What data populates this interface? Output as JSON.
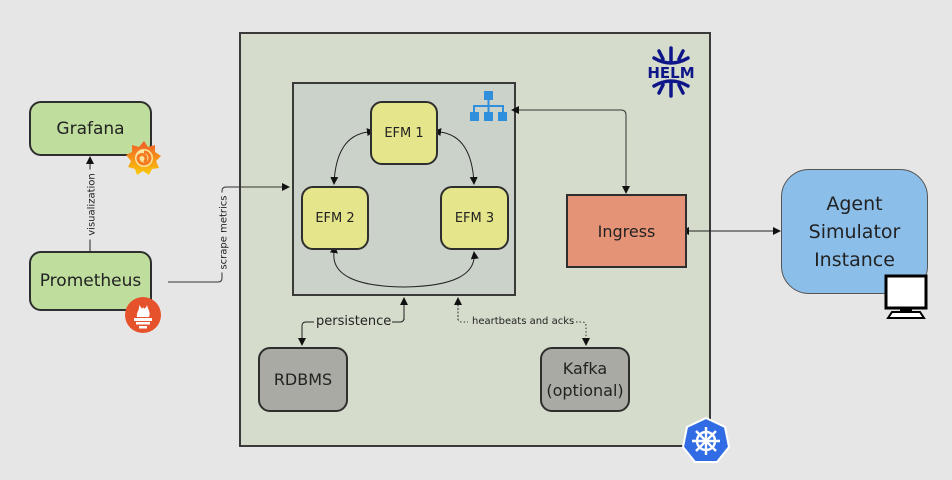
{
  "nodes": {
    "grafana": {
      "label": "Grafana",
      "icon": "grafana-logo-icon"
    },
    "prometheus": {
      "label": "Prometheus",
      "icon": "prometheus-logo-icon"
    },
    "efm1": {
      "label": "EFM 1"
    },
    "efm2": {
      "label": "EFM 2"
    },
    "efm3": {
      "label": "EFM 3"
    },
    "ingress": {
      "label": "Ingress"
    },
    "rdbms": {
      "label": "RDBMS"
    },
    "kafka": {
      "line1": "Kafka",
      "line2": "(optional)"
    },
    "agent": {
      "line1": "Agent",
      "line2": "Simulator",
      "line3": "Instance",
      "icon": "monitor-icon"
    }
  },
  "edges": {
    "visualization": "visualization",
    "scrape_metrics": "scrape metrics",
    "persistence": "persistence",
    "heartbeats": "heartbeats and acks"
  },
  "logos": {
    "helm": "HELM",
    "kubernetes": "kubernetes-logo-icon",
    "cluster": "hierarchy-icon"
  },
  "colors": {
    "background": "#e6e6e6",
    "k8s_area": "#d5dccb",
    "cluster_area": "#cad2c9",
    "monitoring_box": "#bfde9e",
    "efm_box": "#e5e58c",
    "storage_box": "#a9aaa3",
    "ingress_box": "#e49377",
    "agent_box": "#8bbfea",
    "helm_blue": "#0f1689",
    "k8s_blue": "#326ce5",
    "hierarchy_blue": "#2f8fdc"
  }
}
